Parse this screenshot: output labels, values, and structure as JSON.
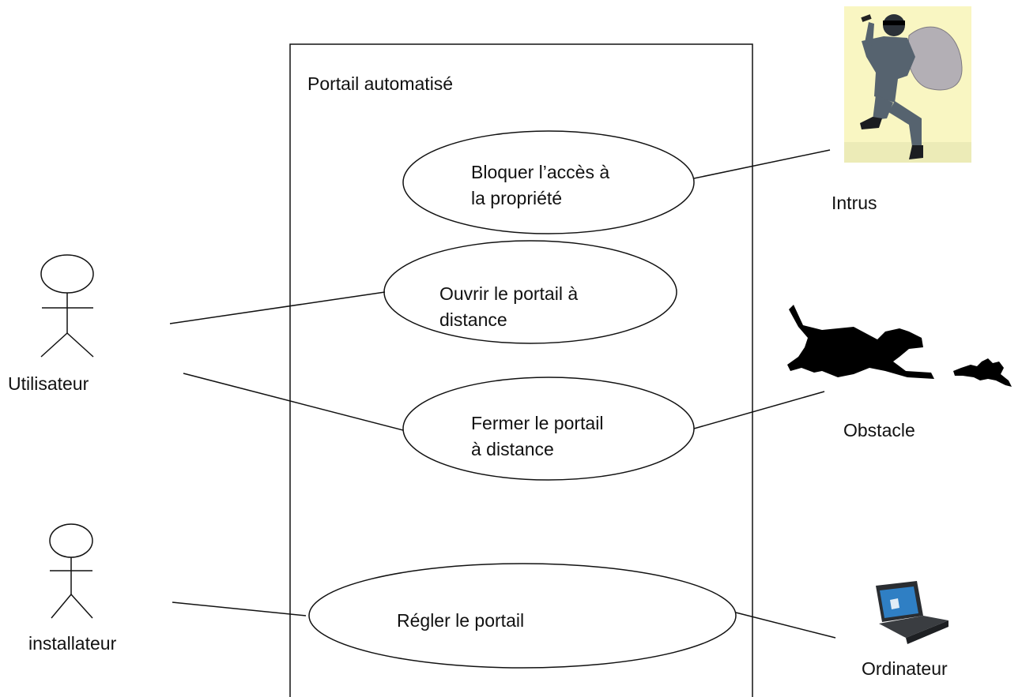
{
  "system": {
    "title": "Portail automatisé"
  },
  "use_cases": [
    {
      "id": "uc1",
      "line1": "Bloquer l’accès à",
      "line2": "la propriété"
    },
    {
      "id": "uc2",
      "line1": "Ouvrir le portail à",
      "line2": "distance"
    },
    {
      "id": "uc3",
      "line1": "Fermer le portail",
      "line2": "à distance"
    },
    {
      "id": "uc4",
      "line1": "Régler le portail",
      "line2": ""
    }
  ],
  "actors": {
    "utilisateur": {
      "label": "Utilisateur",
      "icon": "stick-figure-icon"
    },
    "installateur": {
      "label": "installateur",
      "icon": "stick-figure-icon"
    },
    "intrus": {
      "label": "Intrus",
      "icon": "burglar-icon"
    },
    "obstacle": {
      "label": "Obstacle",
      "icon": "dog-silhouette-icon"
    },
    "ordinateur": {
      "label": "Ordinateur",
      "icon": "laptop-icon"
    }
  },
  "colors": {
    "line": "#111111",
    "intrus_background": "#f9f6c2",
    "burglar_suit": "#56636f",
    "bag": "#b3afb5",
    "silhouette": "#000000"
  }
}
